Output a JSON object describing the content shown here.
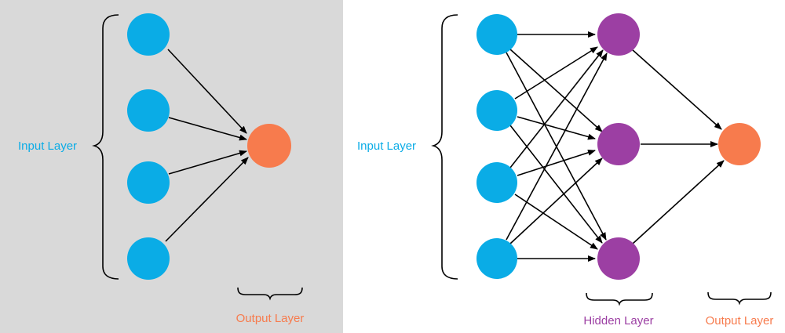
{
  "colors": {
    "panel_bg": "#d9d9d9",
    "input_node": "#0aace6",
    "hidden_node": "#9c3fa3",
    "output_node": "#f77b4d",
    "edge": "#000000"
  },
  "left_diagram": {
    "input_label": "Input Layer",
    "output_label": "Output Layer"
  },
  "right_diagram": {
    "input_label": "Input Layer",
    "hidden_label": "Hidden Layer",
    "output_label": "Output Layer"
  }
}
